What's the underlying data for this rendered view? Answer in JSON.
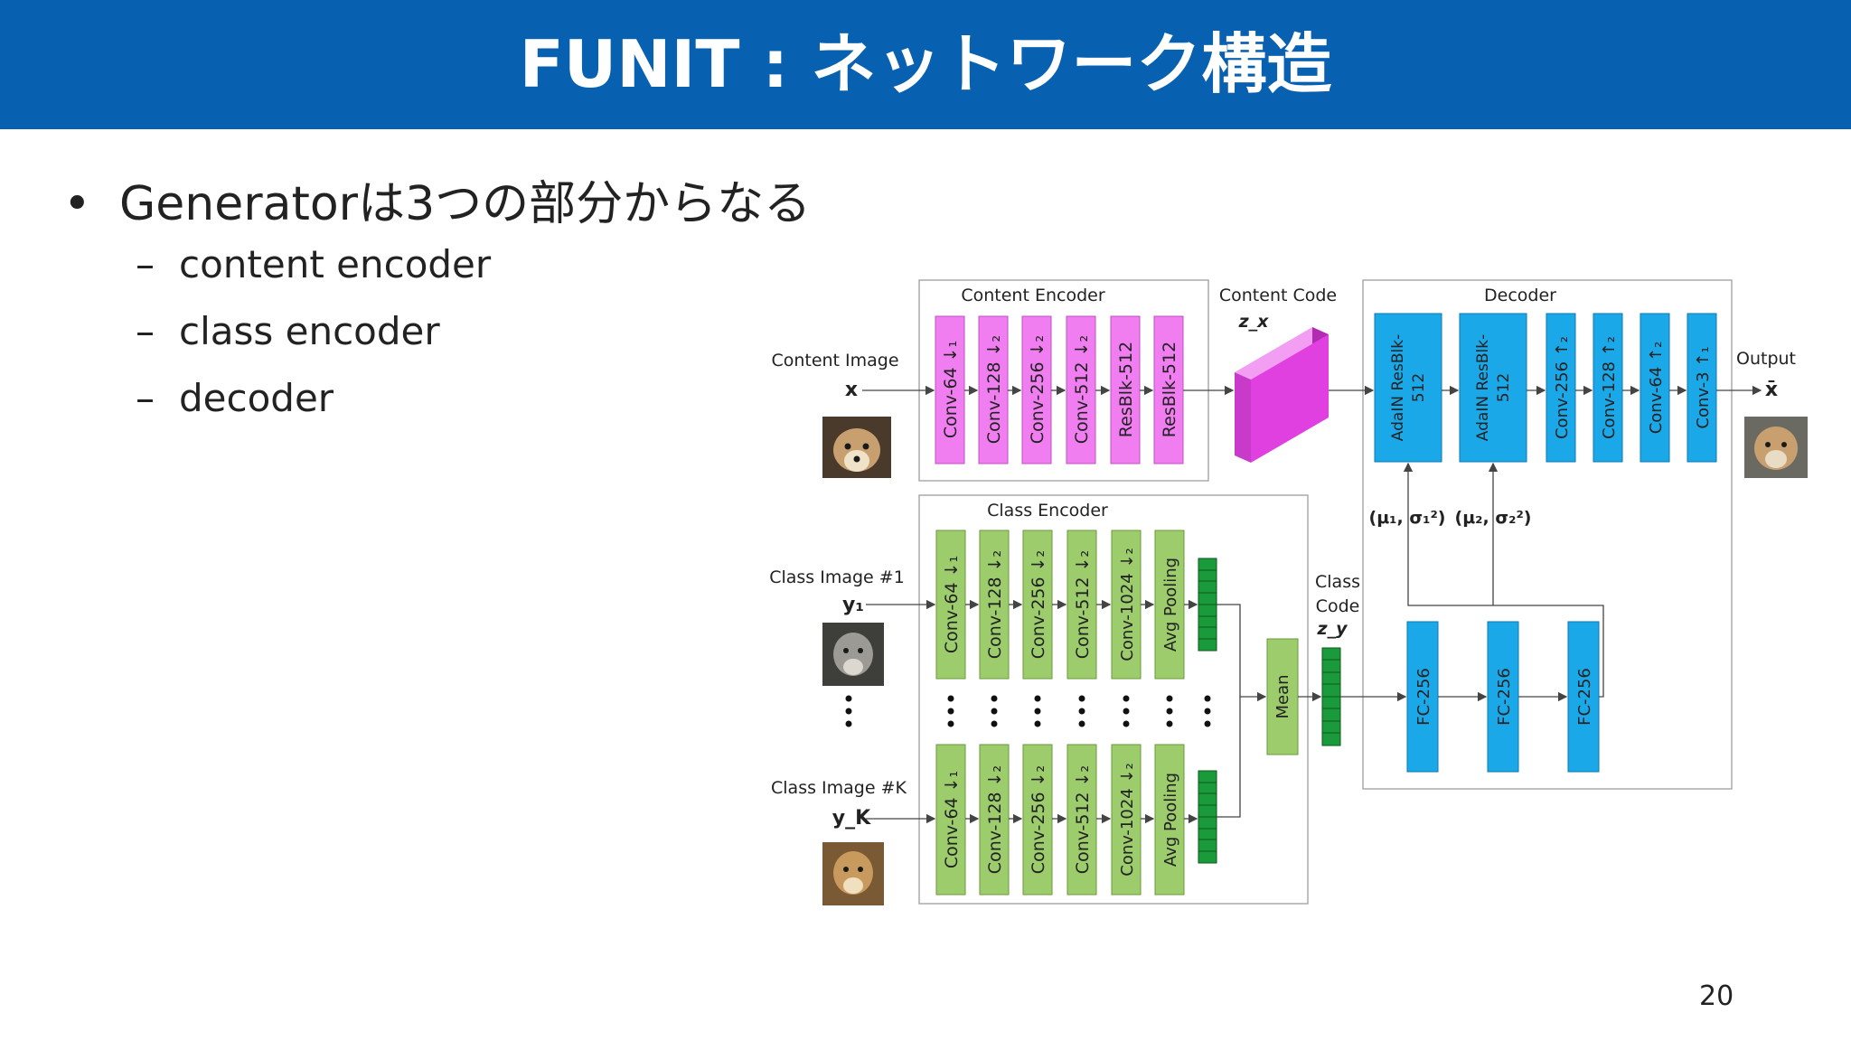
{
  "slide": {
    "title": "FUNIT : ネットワーク構造",
    "bullet": "Generatorは3つの部分からなる",
    "sub_items": [
      "content encoder",
      "class encoder",
      "decoder"
    ],
    "page_number": "20"
  },
  "diagram": {
    "content_image_label": "Content Image",
    "content_image_symbol": "x",
    "content_encoder": {
      "title": "Content Encoder",
      "layers": [
        "Conv-64 ↓₁",
        "Conv-128 ↓₂",
        "Conv-256 ↓₂",
        "Conv-512 ↓₂",
        "ResBlk-512",
        "ResBlk-512"
      ]
    },
    "content_code": {
      "title": "Content Code",
      "symbol": "z_x"
    },
    "decoder": {
      "title": "Decoder",
      "adain_blocks": [
        {
          "line1": "AdaIN ResBlk-",
          "line2": "512"
        },
        {
          "line1": "AdaIN ResBlk-",
          "line2": "512"
        }
      ],
      "layers": [
        "Conv-256 ↑₂",
        "Conv-128 ↑₂",
        "Conv-64 ↑₂",
        "Conv-3 ↑₁"
      ],
      "fc_layers": [
        "FC-256",
        "FC-256",
        "FC-256"
      ],
      "params": [
        "(μ₁, σ₁²)",
        "(μ₂, σ₂²)"
      ]
    },
    "output_label": "Output",
    "output_symbol": "x̄",
    "class_encoder": {
      "title": "Class Encoder",
      "layers": [
        "Conv-64 ↓₁",
        "Conv-128 ↓₂",
        "Conv-256 ↓₂",
        "Conv-512 ↓₂",
        "Conv-1024 ↓₂",
        "Avg Pooling"
      ],
      "mean_label": "Mean"
    },
    "class_images": [
      {
        "label": "Class Image #1",
        "symbol": "y₁"
      },
      {
        "label": "Class Image #K",
        "symbol": "y_K"
      }
    ],
    "class_code": {
      "line1": "Class",
      "line2": "Code",
      "symbol": "z_y"
    },
    "colors": {
      "title_bar": "#0760b0",
      "content_encoder_fill": "#f07ef0",
      "decoder_fill": "#1aa8e8",
      "class_encoder_fill": "#9ccc6c",
      "code_green": "#1a9a3a",
      "cube_magenta": "#e040e0"
    }
  }
}
